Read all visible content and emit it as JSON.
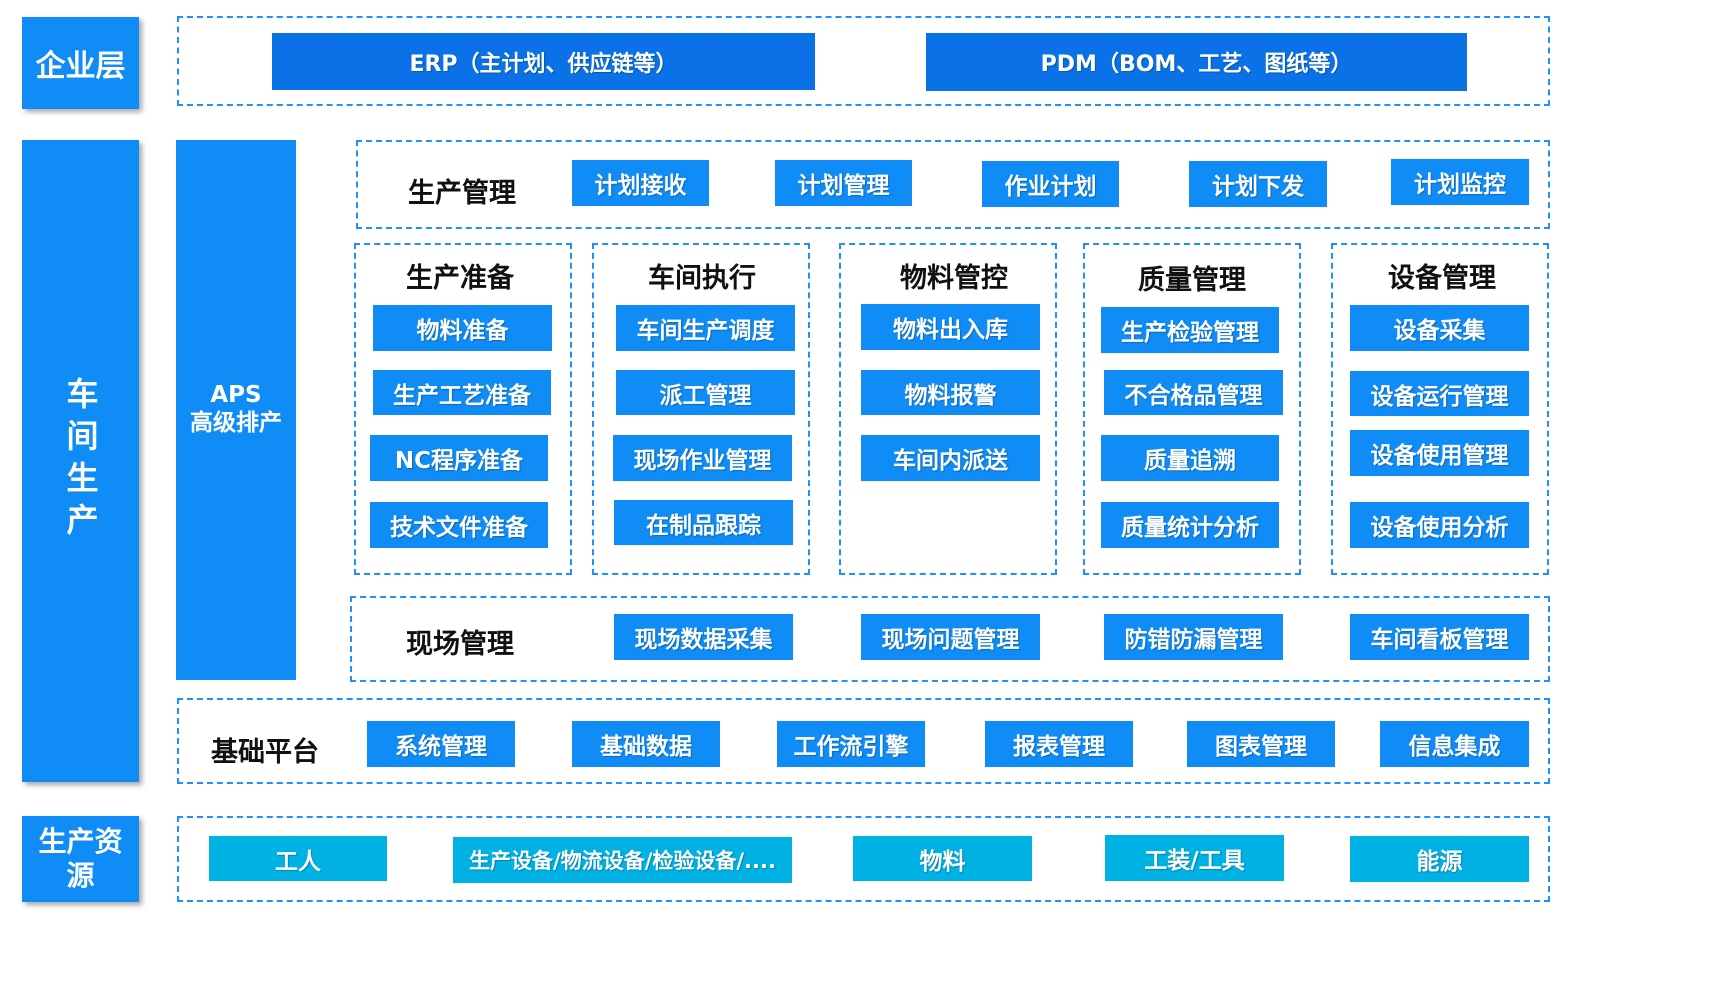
{
  "tiers": {
    "enterprise": "企业层",
    "workshop": "车间生产",
    "resources": "生产资源"
  },
  "enterprise": {
    "erp": "ERP（主计划、供应链等）",
    "pdm": "PDM（BOM、工艺、图纸等）"
  },
  "aps": {
    "line1": "APS",
    "line2": "高级排产"
  },
  "production_mgmt": {
    "title": "生产管理",
    "items": [
      "计划接收",
      "计划管理",
      "作业计划",
      "计划下发",
      "计划监控"
    ]
  },
  "modules": [
    {
      "title": "生产准备",
      "items": [
        "物料准备",
        "生产工艺准备",
        "NC程序准备",
        "技术文件准备"
      ]
    },
    {
      "title": "车间执行",
      "items": [
        "车间生产调度",
        "派工管理",
        "现场作业管理",
        "在制品跟踪"
      ]
    },
    {
      "title": "物料管控",
      "items": [
        "物料出入库",
        "物料报警",
        "车间内派送"
      ]
    },
    {
      "title": "质量管理",
      "items": [
        "生产检验管理",
        "不合格品管理",
        "质量追溯",
        "质量统计分析"
      ]
    },
    {
      "title": "设备管理",
      "items": [
        "设备采集",
        "设备运行管理",
        "设备使用管理",
        "设备使用分析"
      ]
    }
  ],
  "site_mgmt": {
    "title": "现场管理",
    "items": [
      "现场数据采集",
      "现场问题管理",
      "防错防漏管理",
      "车间看板管理"
    ]
  },
  "base_platform": {
    "title": "基础平台",
    "items": [
      "系统管理",
      "基础数据",
      "工作流引擎",
      "报表管理",
      "图表管理",
      "信息集成"
    ]
  },
  "resources": {
    "items": [
      "工人",
      "生产设备/物流设备/检验设备/....",
      "物料",
      "工装/工具",
      "能源"
    ]
  },
  "colors": {
    "primary": "#0f8cf5",
    "dark": "#0a72e6",
    "cyan": "#00b1e4",
    "dash": "#1e90ff"
  }
}
